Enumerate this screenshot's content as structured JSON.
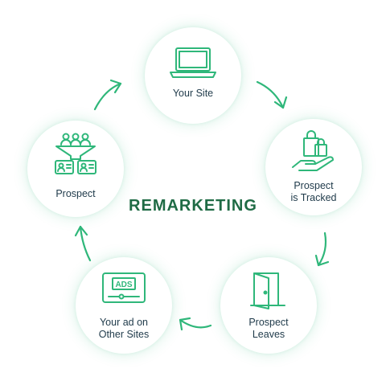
{
  "center": {
    "title": "REMARKETING"
  },
  "nodes": {
    "your_site": {
      "label": "Your Site",
      "icon": "laptop-icon"
    },
    "prospect_tracked": {
      "label_line1": "Prospect",
      "label_line2": "is Tracked",
      "icon": "hand-shopping-bags-icon"
    },
    "prospect_leaves": {
      "label_line1": "Prospect",
      "label_line2": "Leaves",
      "icon": "open-door-icon"
    },
    "your_ad": {
      "label_line1": "Your ad on",
      "label_line2": "Other Sites",
      "icon": "ads-screen-icon",
      "ads_text": "ADS"
    },
    "prospect": {
      "label": "Prospect",
      "icon": "funnel-people-icon"
    }
  },
  "colors": {
    "accent": "#2fb77a",
    "title": "#1f6b45",
    "label": "#1f3a4a"
  }
}
